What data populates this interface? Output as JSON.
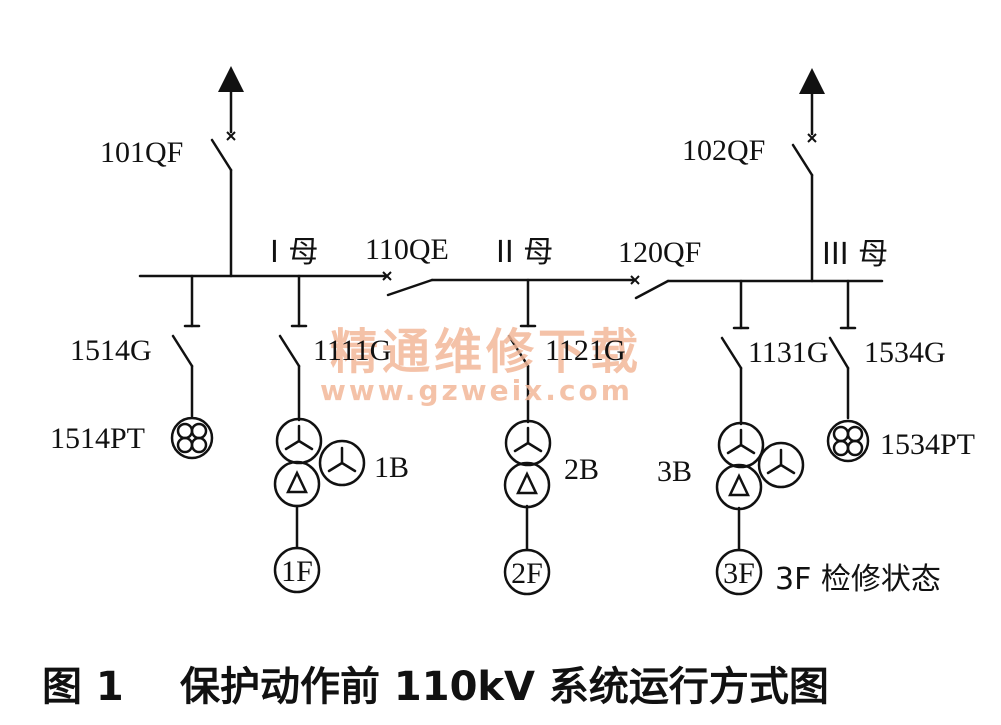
{
  "diagram": {
    "breakers": {
      "qf101": "101QF",
      "qf102": "102QF",
      "qe110": "110QE",
      "qf120": "120QF"
    },
    "buses": {
      "bus1": "I 母",
      "bus2": "II 母",
      "bus3": "III 母"
    },
    "switches": {
      "g1514": "1514G",
      "g1111": "1111G",
      "g1121": "1121G",
      "g1131": "1131G",
      "g1534": "1534G"
    },
    "pts": {
      "pt1514": "1514PT",
      "pt1534": "1534PT"
    },
    "transformers": {
      "b1": "1B",
      "b2": "2B",
      "b3": "3B"
    },
    "generators": {
      "f1": "1F",
      "f2": "2F",
      "f3": "3F"
    },
    "status": "3F 检修状态"
  },
  "watermark": {
    "cn": "精通维修下载",
    "url": "www.gzweix.com"
  },
  "caption": {
    "figure": "图 1",
    "title": "保护动作前 110kV 系统运行方式图"
  },
  "colors": {
    "ink": "#111111",
    "watermark": "#f3b89a"
  }
}
